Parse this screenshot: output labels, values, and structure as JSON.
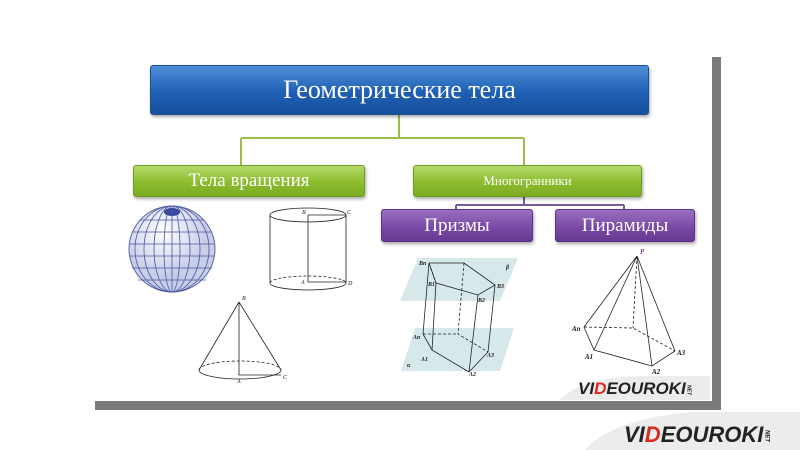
{
  "title": "Геометрические тела",
  "branches": {
    "rotation": "Тела вращения",
    "polyhedra": "Многогранники",
    "prisms": "Призмы",
    "pyramids": "Пирамиды"
  },
  "cylinder_labels": [
    "B",
    "C",
    "A",
    "D"
  ],
  "cone_labels": [
    "B",
    "A",
    "C"
  ],
  "prism_labels": [
    "Bn",
    "B1",
    "B2",
    "B3",
    "β",
    "An",
    "A1",
    "A2",
    "A3",
    "α"
  ],
  "pyramid_labels": [
    "P",
    "An",
    "A1",
    "A2",
    "A3"
  ],
  "logo": {
    "pre": "VI",
    "d": "D",
    "post": "EOUROKI",
    "net": "NET"
  }
}
